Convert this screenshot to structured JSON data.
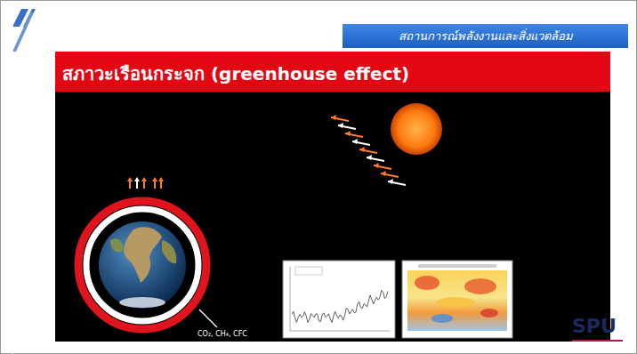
{
  "diagram": {
    "title": "สภาวะเรือนกระจก (greenhouse effect)",
    "nodes": [
      {
        "text": [
          "สถานการณ์พลังงานและสิ่งแวดล้อม"
        ]
      }
    ],
    "labels": [
      "CO₂, CH₄, CFC",
      "SPU"
    ]
  }
}
